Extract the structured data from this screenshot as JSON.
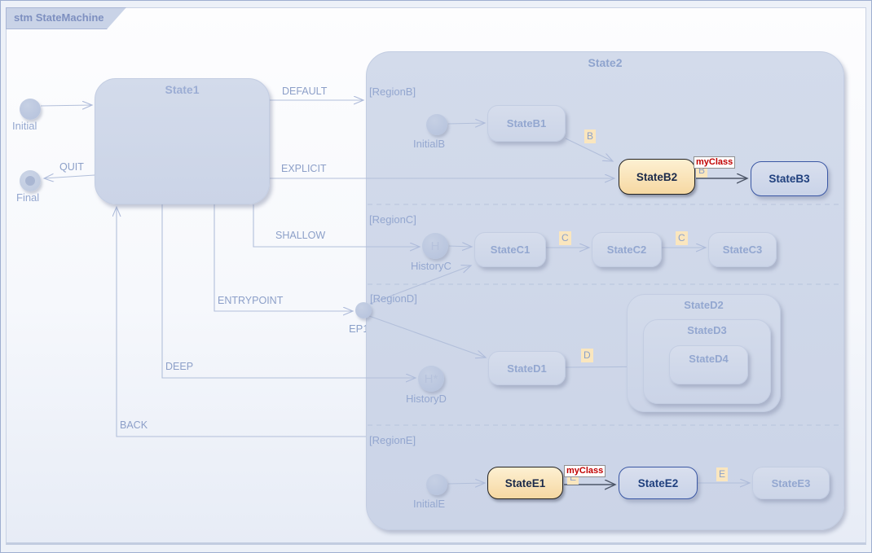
{
  "diagram": {
    "tab_title": "stm StateMachine"
  },
  "states": {
    "state1": "State1",
    "state2": "State2",
    "stateB1": "StateB1",
    "stateB2": "StateB2",
    "stateB3": "StateB3",
    "stateC1": "StateC1",
    "stateC2": "StateC2",
    "stateC3": "StateC3",
    "stateD1": "StateD1",
    "stateD2": "StateD2",
    "stateD3": "StateD3",
    "stateD4": "StateD4",
    "stateE1": "StateE1",
    "stateE2": "StateE2",
    "stateE3": "StateE3"
  },
  "regions": {
    "b": "[RegionB]",
    "c": "[RegionC]",
    "d": "[RegionD]",
    "e": "[RegionE]"
  },
  "pseudostates": {
    "initial": "Initial",
    "final": "Final",
    "initialB": "InitialB",
    "historyC": "HistoryC",
    "historyC_glyph": "H",
    "ep1": "EP1",
    "historyD": "HistoryD",
    "historyD_glyph": "H*",
    "initialE": "InitialE"
  },
  "transitions": {
    "quit": "QUIT",
    "default": "DEFAULT",
    "explicit": "EXPLICIT",
    "shallow": "SHALLOW",
    "entrypoint": "ENTRYPOINT",
    "deep": "DEEP",
    "back": "BACK"
  },
  "triggers": {
    "b1": "B",
    "b2": "B",
    "c1": "C",
    "c2": "C",
    "d1": "D",
    "e1": "E",
    "e2": "E"
  },
  "effects": {
    "b": "myClass",
    "e": "myClass"
  },
  "colors": {
    "highlight_fill": "#F8DFA8",
    "highlight_border": "#222222",
    "target_border": "#3A57A4",
    "target_text": "#20407E",
    "effect_text": "#C00000",
    "trigger_bg": "#FAE6BE",
    "faded_text": "#93A6CF",
    "line": "#B2BFDA",
    "dark_line": "#4D5668",
    "frame_border": "#C9D2E4",
    "state_fill": "#CDD6E8"
  }
}
